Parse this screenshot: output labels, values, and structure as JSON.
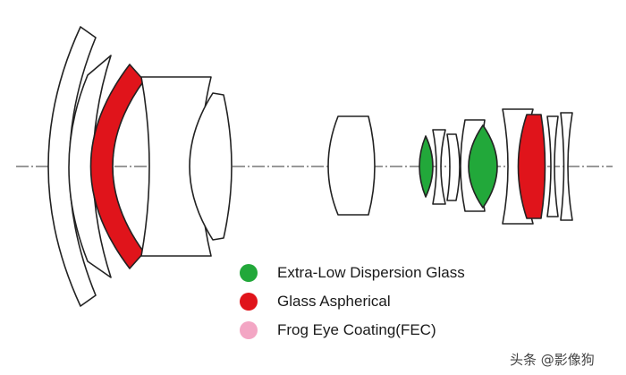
{
  "colors": {
    "ed_glass": "#22a83a",
    "aspherical": "#e0141b",
    "fec": "#f3a6c4",
    "outline": "#222222"
  },
  "lens_groups": [
    {
      "name": "front-group",
      "elements": [
        {
          "name": "lens-element-1",
          "type": "standard"
        },
        {
          "name": "lens-element-2",
          "type": "standard"
        },
        {
          "name": "lens-element-3",
          "type": "aspherical"
        },
        {
          "name": "lens-element-4",
          "type": "standard"
        },
        {
          "name": "lens-element-5",
          "type": "standard"
        }
      ]
    },
    {
      "name": "middle-group",
      "elements": [
        {
          "name": "lens-element-6",
          "type": "standard"
        }
      ]
    },
    {
      "name": "rear-group",
      "elements": [
        {
          "name": "lens-element-7",
          "type": "ed"
        },
        {
          "name": "lens-element-8",
          "type": "standard"
        },
        {
          "name": "lens-element-9",
          "type": "standard"
        },
        {
          "name": "lens-element-10",
          "type": "standard"
        },
        {
          "name": "lens-element-11",
          "type": "ed"
        },
        {
          "name": "lens-element-12",
          "type": "standard"
        },
        {
          "name": "lens-element-13",
          "type": "aspherical"
        },
        {
          "name": "lens-element-14",
          "type": "standard"
        },
        {
          "name": "lens-element-15",
          "type": "standard"
        }
      ]
    }
  ],
  "legend": [
    {
      "label": "Extra-Low Dispersion Glass",
      "color": "#22a83a"
    },
    {
      "label": "Glass Aspherical",
      "color": "#e0141b"
    },
    {
      "label": "Frog Eye Coating(FEC)",
      "color": "#f3a6c4"
    }
  ],
  "watermark": "头条 @影像狗"
}
